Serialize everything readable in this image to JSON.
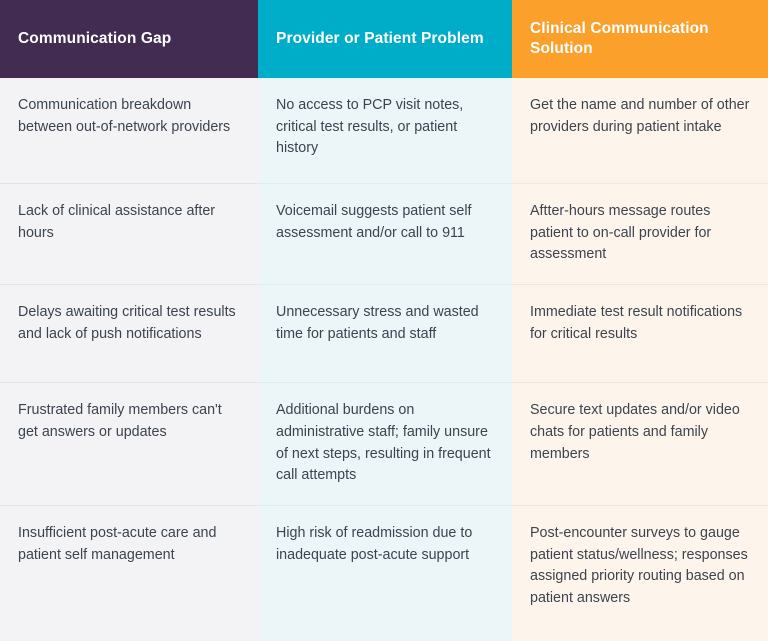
{
  "table": {
    "columns": [
      {
        "id": "communication-gap",
        "label": "Communication Gap",
        "header_bg": "#432c52",
        "cell_bg": "#f3f3f5"
      },
      {
        "id": "provider-or-patient-problem",
        "label": "Provider or Patient Problem",
        "header_bg": "#00adc9",
        "cell_bg": "#ecf6f8"
      },
      {
        "id": "clinical-communication-solution",
        "label": "Clinical Communication Solution",
        "header_bg": "#faa02b",
        "cell_bg": "#fdf5eb"
      }
    ],
    "header_text_color": "#ffffff",
    "body_text_color": "#3c4450",
    "rows": [
      {
        "gap": "Communication breakdown between out-of-network providers",
        "problem": "No access to PCP visit notes, critical test results, or patient history",
        "solution": "Get the name and number of other providers during patient intake"
      },
      {
        "gap": "Lack of clinical assistance after hours",
        "problem": "Voicemail suggests patient self assessment and/or call to 911",
        "solution": "Aftter-hours message routes patient to on-call provider for assessment"
      },
      {
        "gap": "Delays awaiting critical test results and lack of push notifications",
        "problem": "Unnecessary stress and wasted time for patients and staff",
        "solution": "Immediate test result notifications for critical results"
      },
      {
        "gap": "Frustrated family members can't get answers or updates",
        "problem": "Additional burdens on administrative staff; family unsure of next steps, resulting in frequent call attempts",
        "solution": "Secure text updates and/or video chats for patients and family members"
      },
      {
        "gap": "Insufficient post-acute care and patient self management",
        "problem": "High risk of readmission due to inadequate post-acute support",
        "solution": "Post-encounter surveys to gauge patient status/wellness; responses assigned priority routing based on patient answers"
      }
    ]
  }
}
